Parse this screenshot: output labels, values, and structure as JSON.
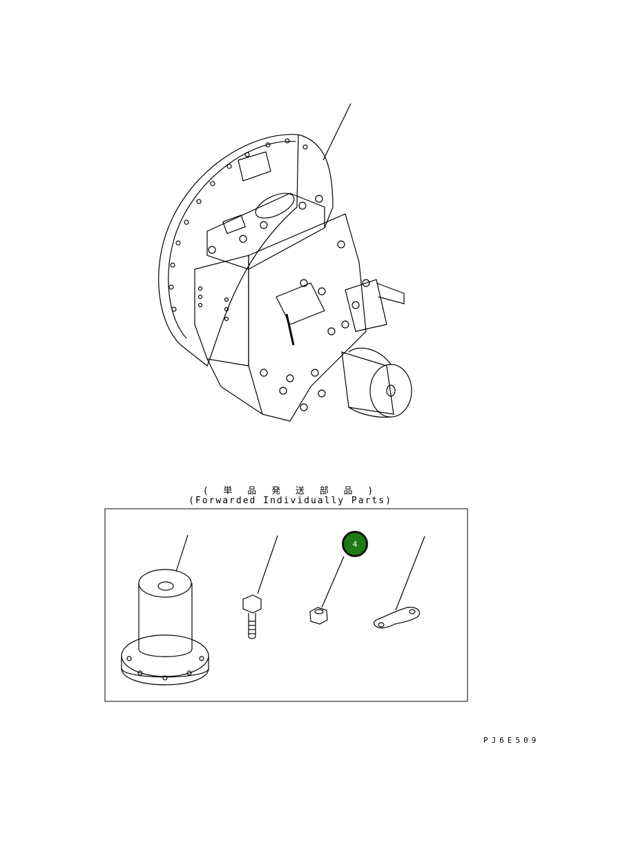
{
  "captions": {
    "japanese": "( 単 品 発 送 部 品 )",
    "english": "(Forwarded Individually Parts)"
  },
  "callouts": [
    {
      "label": "4",
      "color": "#1e7a14"
    }
  ],
  "drawing_code": "PJ6E509"
}
